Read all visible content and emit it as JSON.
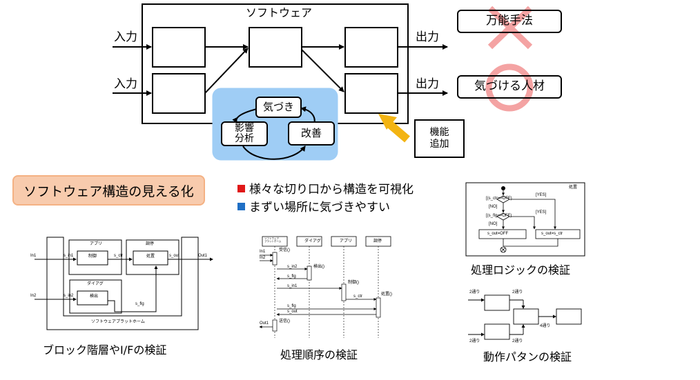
{
  "top": {
    "software_label": "ソフトウェア",
    "input_labels": [
      "入力",
      "入力"
    ],
    "output_labels": [
      "出力",
      "出力"
    ],
    "cycle": {
      "kizuki": "気づき",
      "eikyou": "影響\n分析",
      "kaizen": "改善"
    },
    "feature_add": "機能\n追加",
    "bannou": "万能手法",
    "kizukeru": "気づける人材"
  },
  "colors": {
    "cycle_bg": "#9fcdf5",
    "arrow_yellow": "#f3b413",
    "cross": "#f4a3a3",
    "circle": "#f4a3a3",
    "banner_bg": "#f8cbad",
    "banner_border": "#f4b183",
    "red": "#e01818",
    "blue": "#1f6fc5"
  },
  "banner": "ソフトウェア構造の見える化",
  "bullets": [
    {
      "color": "red",
      "text": "様々な切り口から構造を可視化"
    },
    {
      "color": "blue",
      "text": "まずい場所に気づきやすい"
    }
  ],
  "block": {
    "caption": "ブロック階層やI/Fの検証",
    "app": "アプリ",
    "seigyo": "制御",
    "chousei": "調停",
    "shori": "処置",
    "diag": "ダイアグ",
    "kenshutsu": "検出",
    "platform": "ソフトウェアプラットホーム",
    "in1": "In1",
    "in2": "In2",
    "out1": "Out1",
    "s_in1": "s_in1",
    "s_in2": "s_in2",
    "s_ctr": "s_ctr",
    "s_out": "s_out",
    "s_flg": "s_flg"
  },
  "sequence": {
    "caption": "処理順序の検証",
    "lifelines": [
      "ソフトウェア\nプラットホーム",
      "ダイアグ",
      "アプリ",
      "調停"
    ],
    "in1": "In1",
    "in2": "In2",
    "out1": "Out1",
    "msgs": [
      "受信()",
      "検出()",
      "s_in2",
      "s_flg",
      "s_in1",
      "制御()",
      "s_ctr",
      "処置()",
      "s_flg",
      "s_out",
      "送信()"
    ]
  },
  "flow": {
    "caption": "処理ロジックの検証",
    "title": "処置",
    "cond1": "[(s_ctr==OFF)",
    "yes1": "[YES]",
    "no1": "[NO]",
    "cond2": "[(s_flg==OFF)",
    "yes2": "[YES]",
    "no2": "[NO]",
    "act1": "s_out=OFF",
    "act2": "s_out=s_ctr"
  },
  "pattern": {
    "caption": "動作パタンの検証",
    "labels": [
      "2通り",
      "2通り",
      "4通り",
      "2通り",
      "2通り"
    ]
  }
}
